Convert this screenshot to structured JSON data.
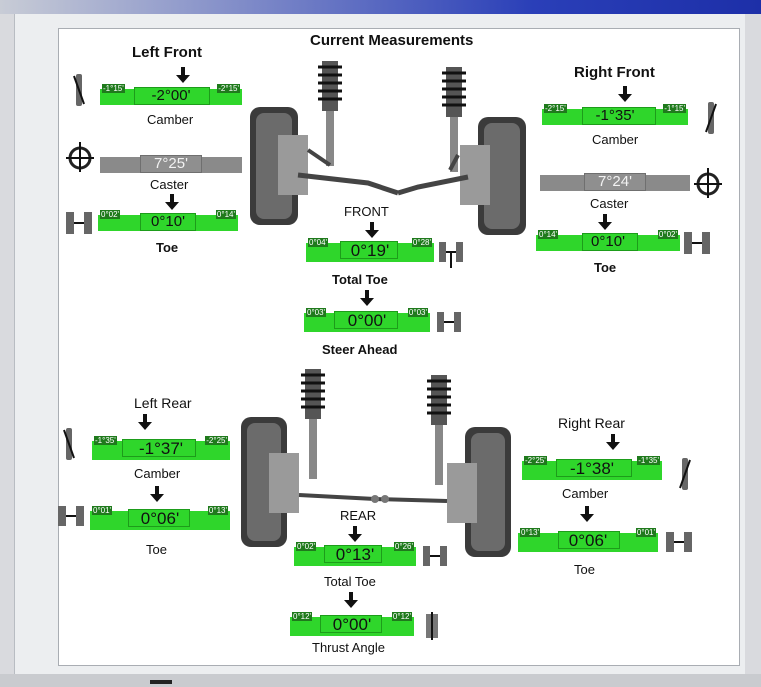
{
  "title": "Current Measurements",
  "left_front": {
    "heading": "Left Front",
    "camber": {
      "label": "Camber",
      "value": "-2°00'",
      "tol_low": "-1°15'",
      "tol_high": "-2°15'"
    },
    "caster": {
      "label": "Caster",
      "value": "7°25'"
    },
    "toe": {
      "label": "Toe",
      "value": "0°10'",
      "tol_low": "0°02'",
      "tol_high": "0°14'"
    }
  },
  "right_front": {
    "heading": "Right Front",
    "camber": {
      "label": "Camber",
      "value": "-1°35'",
      "tol_low": "-2°15'",
      "tol_high": "-1°15'"
    },
    "caster": {
      "label": "Caster",
      "value": "7°24'"
    },
    "toe": {
      "label": "Toe",
      "value": "0°10'",
      "tol_low": "0°14'",
      "tol_high": "0°02'"
    }
  },
  "front_total": {
    "axle_label": "FRONT",
    "label": "Total Toe",
    "value": "0°19'",
    "tol_low": "0°04'",
    "tol_high": "0°28'"
  },
  "steer_ahead": {
    "label": "Steer Ahead",
    "value": "0°00'",
    "tol_low": "0°03'",
    "tol_high": "0°03'"
  },
  "left_rear": {
    "heading": "Left Rear",
    "camber": {
      "label": "Camber",
      "value": "-1°37'",
      "tol_low": "-1°35'",
      "tol_high": "-2°25'"
    },
    "toe": {
      "label": "Toe",
      "value": "0°06'",
      "tol_low": "0°01'",
      "tol_high": "0°13'"
    }
  },
  "right_rear": {
    "heading": "Right Rear",
    "camber": {
      "label": "Camber",
      "value": "-1°38'",
      "tol_low": "-2°25'",
      "tol_high": "-1°35'"
    },
    "toe": {
      "label": "Toe",
      "value": "0°06'",
      "tol_low": "0°13'",
      "tol_high": "0°01'"
    }
  },
  "rear_total": {
    "axle_label": "REAR",
    "label": "Total Toe",
    "value": "0°13'",
    "tol_low": "0°02'",
    "tol_high": "0°26'"
  },
  "thrust": {
    "label": "Thrust Angle",
    "value": "0°00'",
    "tol_low": "0°12'",
    "tol_high": "0°12'"
  },
  "colors": {
    "in_spec": "#2fd62b",
    "reading": "#8a8a8a",
    "title_bar": "#2a3fb8"
  },
  "icons": [
    "camber-icon",
    "caster-icon",
    "toe-icon",
    "suspension-strut-icon",
    "wheel-icon",
    "down-arrow-icon"
  ]
}
